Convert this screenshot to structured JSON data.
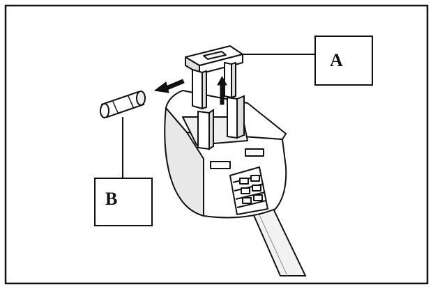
{
  "diagram": {
    "callouts": [
      {
        "id": "A",
        "label": "A",
        "target": "fuse-cover"
      },
      {
        "id": "B",
        "label": "B",
        "target": "fuse"
      }
    ],
    "parts": {
      "plug": "plug-body",
      "fuse_cover": "fuse-cover",
      "fuse": "fuse",
      "cable": "cable"
    },
    "arrows": [
      {
        "name": "fuse-removal-arrow",
        "direction": "left"
      },
      {
        "name": "cover-lift-arrow",
        "direction": "up"
      }
    ],
    "colors": {
      "line": "#111111",
      "fill": "#ffffff",
      "shade": "#e6e6e6"
    }
  }
}
